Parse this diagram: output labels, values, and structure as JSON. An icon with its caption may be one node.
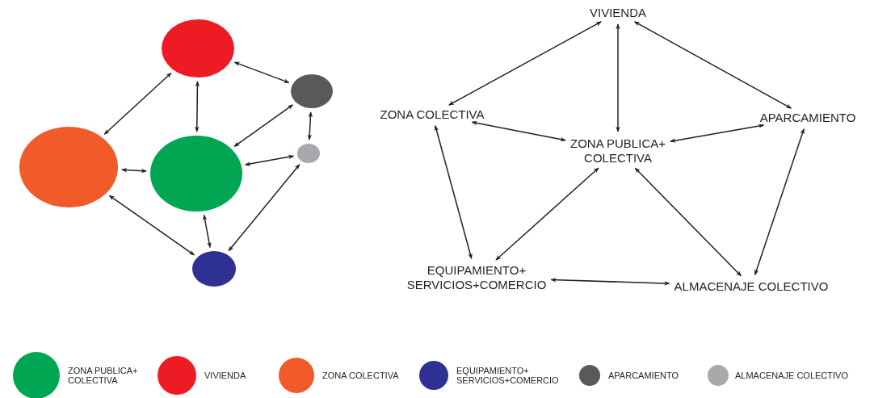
{
  "diagram": {
    "nodes": [
      {
        "text": [],
        "shape": "circle"
      },
      {
        "text": [],
        "shape": "circle"
      },
      {
        "text": [],
        "shape": "circle"
      },
      {
        "text": [],
        "shape": "circle"
      },
      {
        "text": [],
        "shape": "circle"
      },
      {
        "text": [],
        "shape": "circle"
      },
      {
        "text": [
          "VIVIENDA"
        ]
      },
      {
        "text": [
          "ZONA COLECTIVA"
        ]
      },
      {
        "text": [
          "APARCAMIENTO"
        ]
      },
      {
        "text": [
          "ZONA PUBLICA+ COLECTIVA"
        ]
      },
      {
        "text": [
          "EQUIPAMIENTO+ SERVICIOS+COMERCIO"
        ]
      },
      {
        "text": [
          "ALMACENAJE COLECTIVO"
        ]
      }
    ],
    "edges": [
      {
        "from": 0,
        "to": 2,
        "arrow": "both"
      },
      {
        "from": 0,
        "to": 3,
        "arrow": "both"
      },
      {
        "from": 0,
        "to": 1,
        "arrow": "both"
      },
      {
        "from": 1,
        "to": 3,
        "arrow": "both"
      },
      {
        "from": 1,
        "to": 4,
        "arrow": "both"
      },
      {
        "from": 4,
        "to": 3,
        "arrow": "both"
      },
      {
        "from": 2,
        "to": 3,
        "arrow": "both"
      },
      {
        "from": 2,
        "to": 5,
        "arrow": "both"
      },
      {
        "from": 3,
        "to": 5,
        "arrow": "both"
      },
      {
        "from": 4,
        "to": 5,
        "arrow": "both"
      },
      {
        "from": 6,
        "to": 7,
        "arrow": "both"
      },
      {
        "from": 6,
        "to": 9,
        "arrow": "both"
      },
      {
        "from": 6,
        "to": 8,
        "arrow": "both"
      },
      {
        "from": 7,
        "to": 9,
        "arrow": "both"
      },
      {
        "from": 8,
        "to": 9,
        "arrow": "both"
      },
      {
        "from": 7,
        "to": 10,
        "arrow": "both"
      },
      {
        "from": 10,
        "to": 9,
        "arrow": "both"
      },
      {
        "from": 9,
        "to": 11,
        "arrow": "both"
      },
      {
        "from": 8,
        "to": 11,
        "arrow": "both"
      },
      {
        "from": 10,
        "to": 11,
        "arrow": "both"
      }
    ],
    "legend": [
      {
        "text": "ZONA PUBLICA+ COLECTIVA",
        "color": "#00a651"
      },
      {
        "text": "VIVIENDA",
        "color": "#ed1c24"
      },
      {
        "text": "ZONA COLECTIVA",
        "color": "#f15a29"
      },
      {
        "text": "EQUIPAMIENTO+ SERVICIOS+COMERCIO",
        "color": "#2e3192"
      },
      {
        "text": "APARCAMIENTO",
        "color": "#58595b"
      },
      {
        "text": "ALMACENAJE COLECTIVO",
        "color": "#a7a9ac"
      }
    ]
  }
}
